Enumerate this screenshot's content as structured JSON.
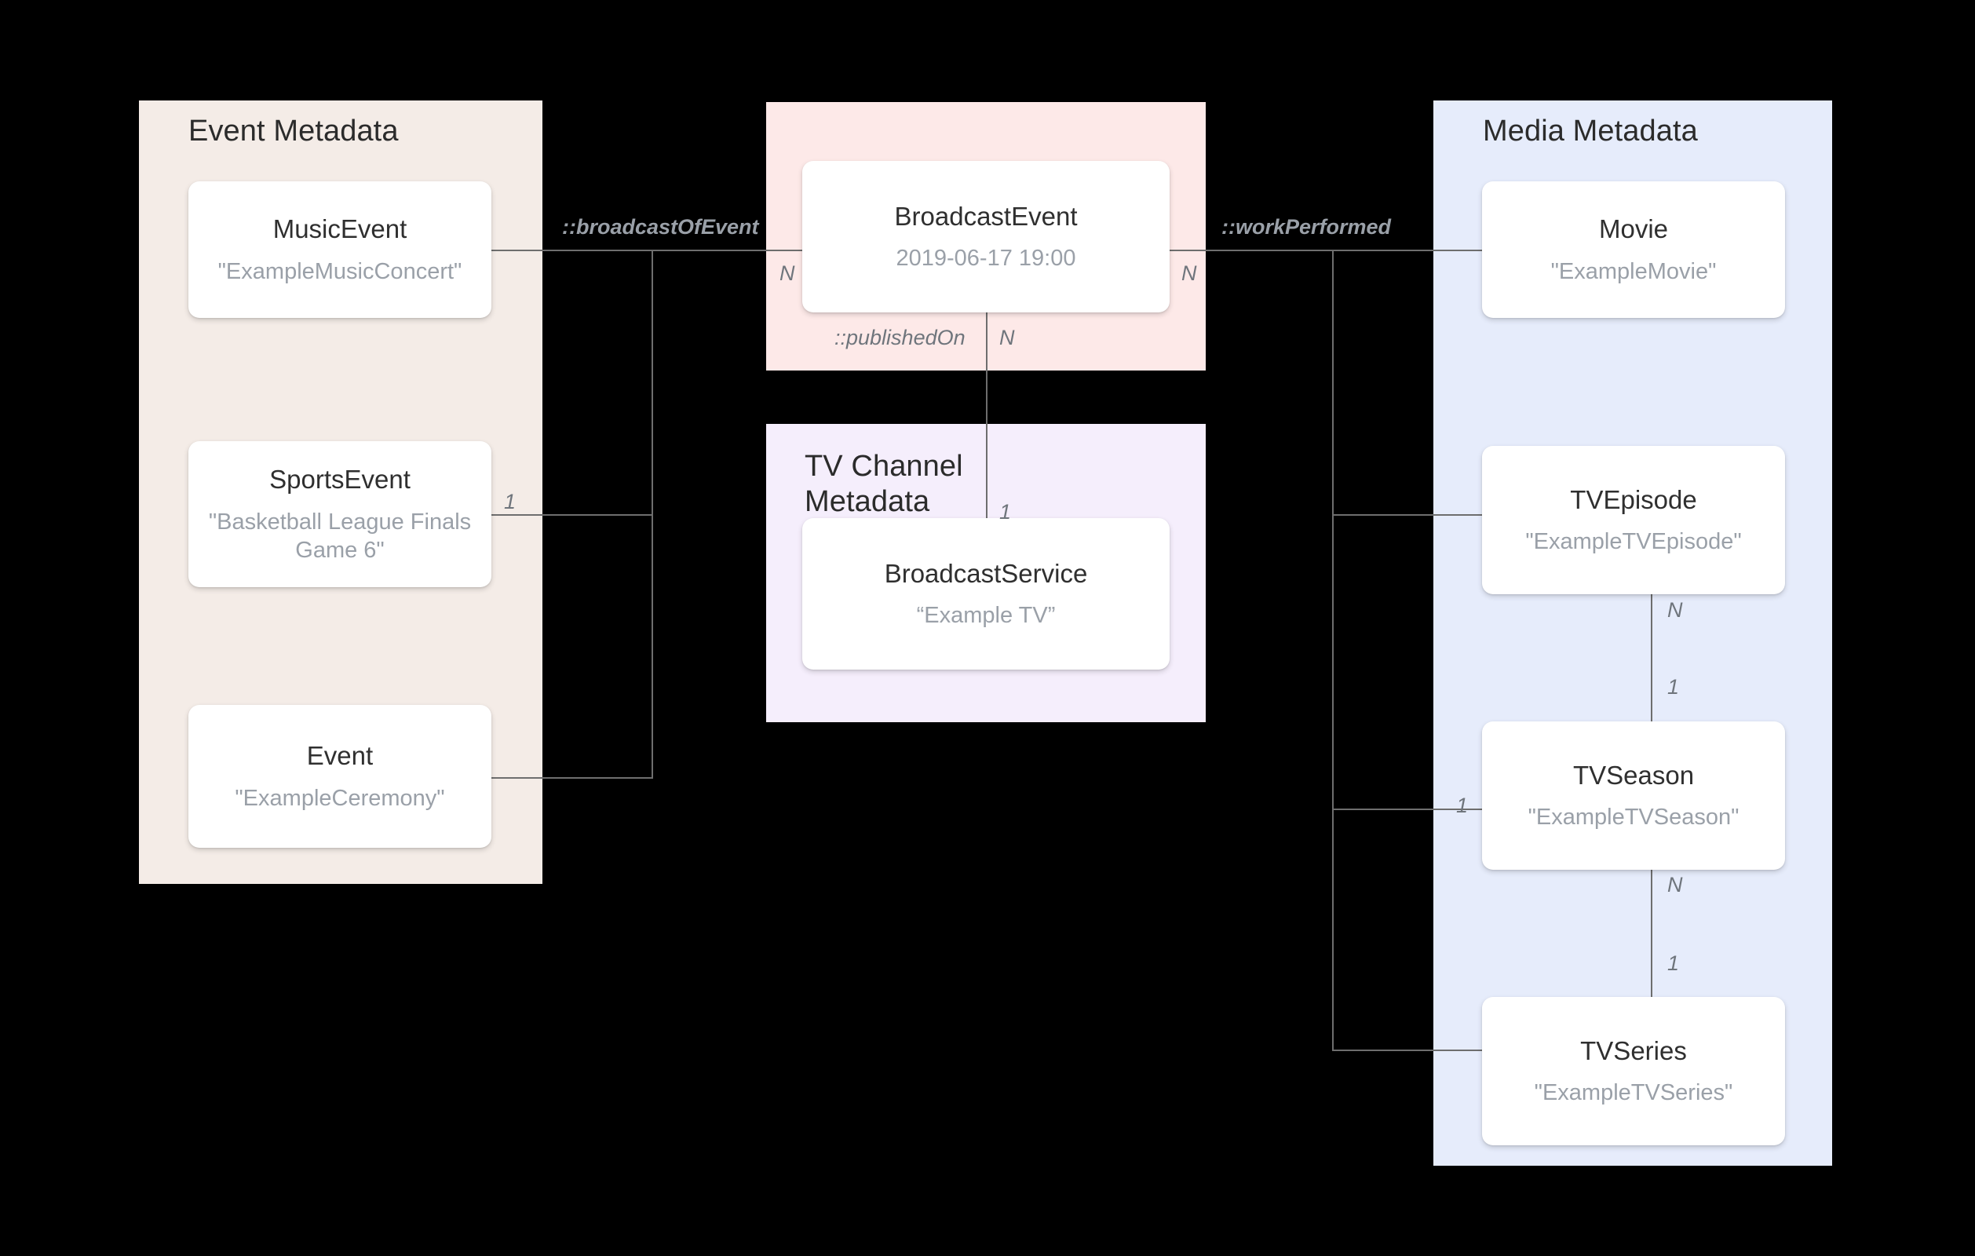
{
  "groups": {
    "event": {
      "title": "Event Metadata"
    },
    "media": {
      "title": "Media Metadata"
    },
    "tvchannel": {
      "title": "TV Channel\nMetadata"
    }
  },
  "nodes": {
    "music_event": {
      "type": "MusicEvent",
      "value": "\"ExampleMusicConcert\""
    },
    "sports_event": {
      "type": "SportsEvent",
      "value": "\"Basketball League Finals Game 6\""
    },
    "event": {
      "type": "Event",
      "value": "\"ExampleCeremony\""
    },
    "broadcast_event": {
      "type": "BroadcastEvent",
      "value": "2019-06-17 19:00"
    },
    "broadcast_service": {
      "type": "BroadcastService",
      "value": "“Example TV”"
    },
    "movie": {
      "type": "Movie",
      "value": "\"ExampleMovie\""
    },
    "tv_episode": {
      "type": "TVEpisode",
      "value": "\"ExampleTVEpisode\""
    },
    "tv_season": {
      "type": "TVSeason",
      "value": "\"ExampleTVSeason\""
    },
    "tv_series": {
      "type": "TVSeries",
      "value": "\"ExampleTVSeries\""
    }
  },
  "relations": {
    "broadcast_of_event": "::broadcastOfEvent",
    "work_performed": "::workPerformed",
    "published_on": "::publishedOn"
  },
  "cardinality": {
    "broadcast_event_left": "N",
    "broadcast_event_right": "N",
    "broadcast_event_bottom": "N",
    "sports_event_right": "1",
    "broadcast_service_top": "1",
    "tv_episode_bottom": "N",
    "tv_season_top": "1",
    "tv_season_left": "1",
    "tv_season_bottom": "N",
    "tv_series_top": "1"
  },
  "colors": {
    "event_group_bg": "#f4ece7",
    "media_group_bg": "#e6ecfb",
    "broadcast_group_bg": "#fde9e8",
    "tvchannel_group_bg": "#f5eefc",
    "node_bg": "#ffffff",
    "edge": "#6e6e6e",
    "title_text": "#2b2b2b",
    "value_text": "#9aa0a8",
    "canvas_bg": "#000000"
  }
}
